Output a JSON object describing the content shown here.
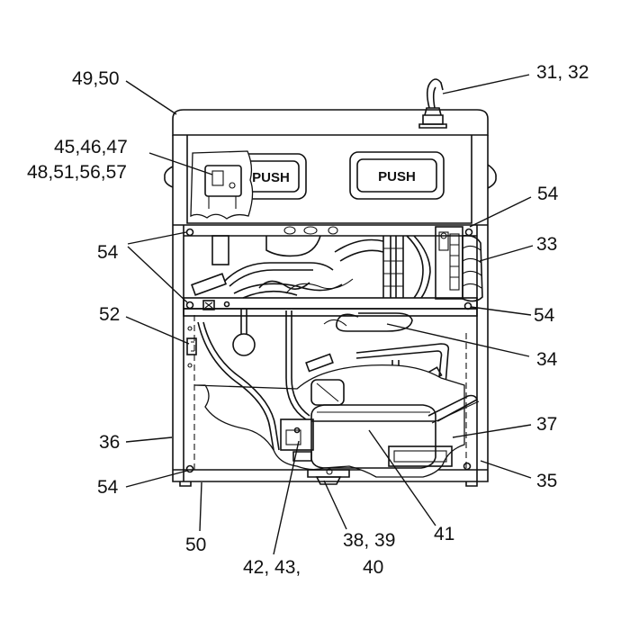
{
  "buttons": {
    "left_push": "PUSH",
    "right_push": "PUSH"
  },
  "callouts": {
    "c_49_50": "49,50",
    "c_31_32": "31, 32",
    "c_45_46_47": "45,46,47",
    "c_48_51_56_57": "48,51,56,57",
    "c_54_top_right": "54",
    "c_54_left": "54",
    "c_33": "33",
    "c_52": "52",
    "c_54_mid_right": "54",
    "c_34": "34",
    "c_37": "37",
    "c_36": "36",
    "c_54_bottom_left": "54",
    "c_35": "35",
    "c_50_bottom": "50",
    "c_38_39": "38, 39",
    "c_40": "40",
    "c_41": "41",
    "c_42_43": "42, 43,"
  }
}
